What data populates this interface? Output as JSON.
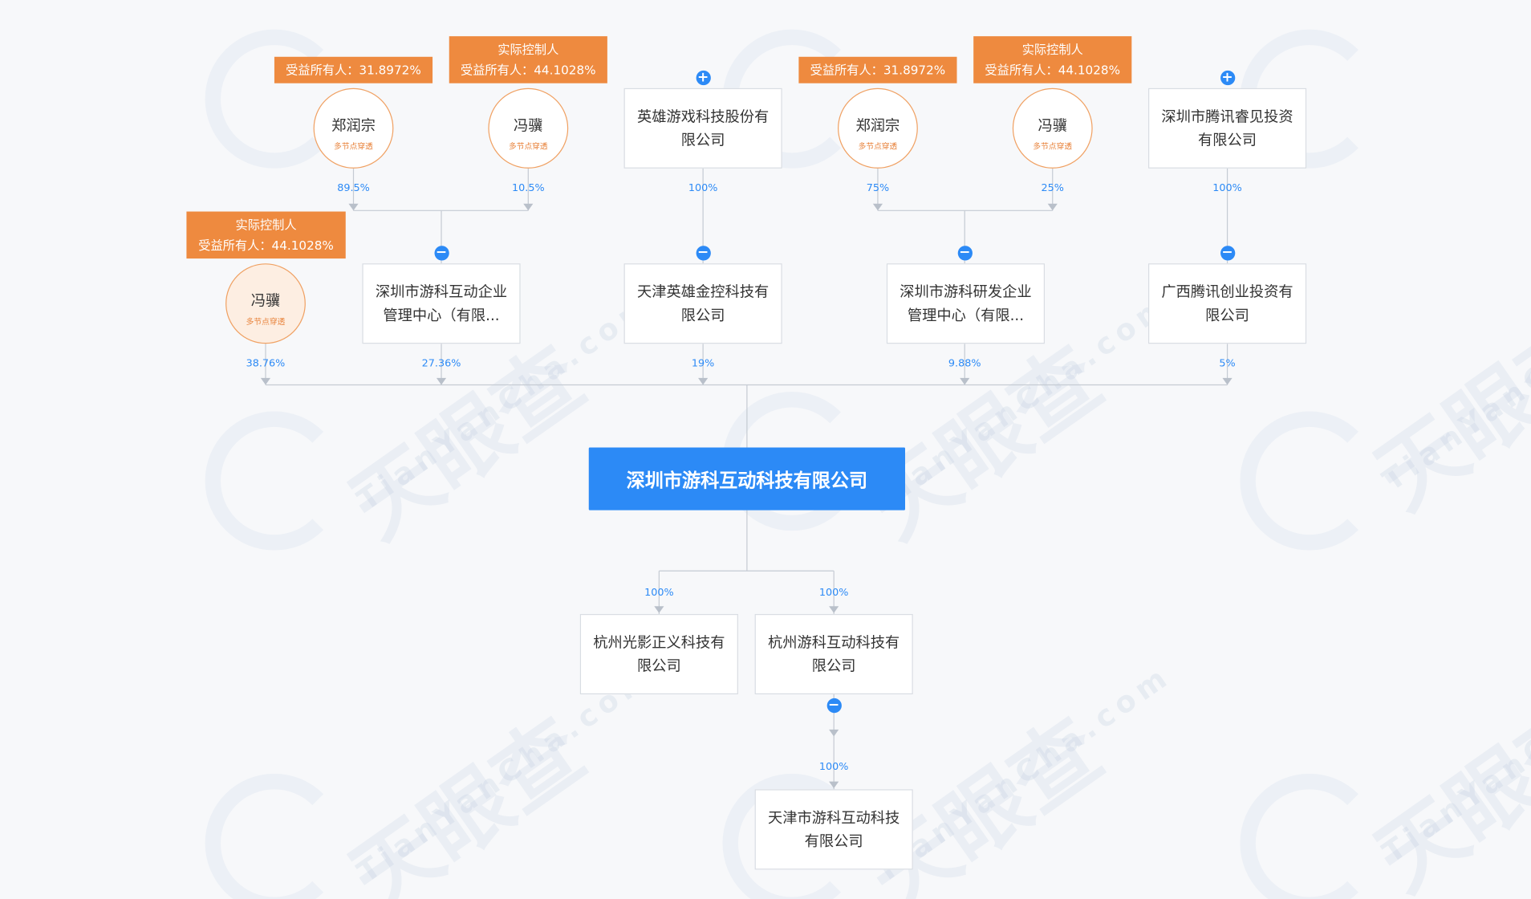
{
  "watermark": {
    "brand": "天眼查",
    "domain": "TianYanCha.com"
  },
  "colors": {
    "accent": "#2c8af6",
    "orange": "#ee8a3f",
    "line": "#c5cbd3"
  },
  "center": {
    "name": "深圳市游科互动科技有限公司"
  },
  "top_row": [
    {
      "name": "郑润宗",
      "tag": "多节点穿透",
      "label1": "受益所有人：31.8972%",
      "pct": "89.5%"
    },
    {
      "name": "冯骥",
      "tag": "多节点穿透",
      "label1": "实际控制人",
      "label2": "受益所有人：44.1028%",
      "pct": "10.5%"
    },
    {
      "name": "英雄游戏科技股份有限公司",
      "line1": "英雄游戏科技股份有",
      "line2": "限公司",
      "toggle": "+",
      "pct": "100%"
    },
    {
      "name": "郑润宗",
      "tag": "多节点穿透",
      "label1": "受益所有人：31.8972%",
      "pct": "75%"
    },
    {
      "name": "冯骥",
      "tag": "多节点穿透",
      "label1": "实际控制人",
      "label2": "受益所有人：44.1028%",
      "pct": "25%"
    },
    {
      "name": "深圳市腾讯睿见投资有限公司",
      "line1": "深圳市腾讯睿见投资",
      "line2": "有限公司",
      "toggle": "+",
      "pct": "100%"
    }
  ],
  "shareholders": [
    {
      "name": "冯骥",
      "tag": "多节点穿透",
      "label1": "实际控制人",
      "label2": "受益所有人：44.1028%",
      "pct": "38.76%"
    },
    {
      "line1": "深圳市游科互动企业",
      "line2": "管理中心（有限...",
      "toggle": "−",
      "pct": "27.36%"
    },
    {
      "line1": "天津英雄金控科技有",
      "line2": "限公司",
      "toggle": "−",
      "pct": "19%"
    },
    {
      "line1": "深圳市游科研发企业",
      "line2": "管理中心（有限...",
      "toggle": "−",
      "pct": "9.88%"
    },
    {
      "line1": "广西腾讯创业投资有",
      "line2": "限公司",
      "toggle": "−",
      "pct": "5%"
    }
  ],
  "subsidiaries": [
    {
      "line1": "杭州光影正义科技有",
      "line2": "限公司",
      "pct": "100%"
    },
    {
      "line1": "杭州游科互动科技有",
      "line2": "限公司",
      "pct": "100%",
      "toggle": "−"
    }
  ],
  "grandchild": {
    "line1": "天津市游科互动科技",
    "line2": "有限公司",
    "pct": "100%"
  }
}
